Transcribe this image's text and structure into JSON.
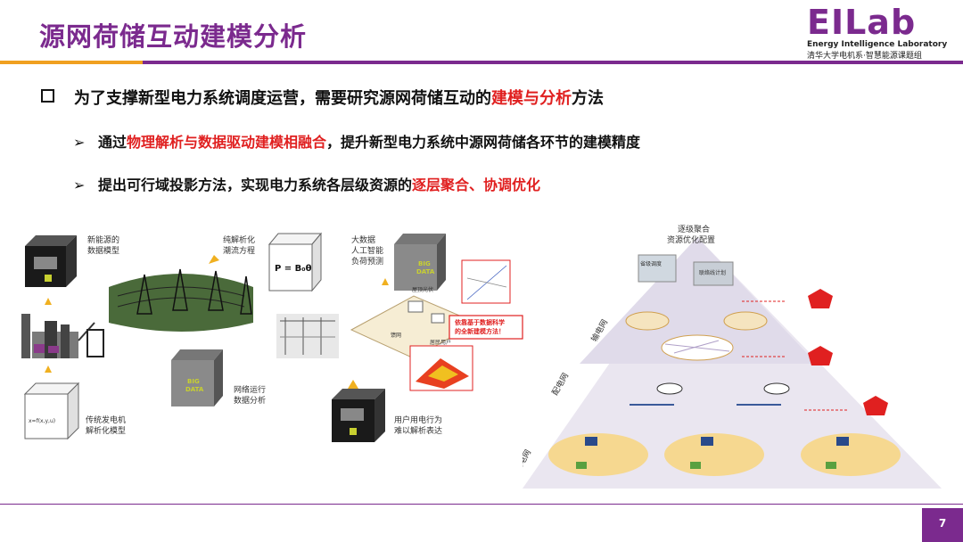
{
  "header": {
    "title": "源网荷储互动建模分析"
  },
  "logo": {
    "mark": "EILab",
    "en": "Energy Intelligence Laboratory",
    "cn": "清华大学电机系·智慧能源课题组"
  },
  "bullets": {
    "main": {
      "pre": "为了支撑新型电力系统调度运营，需要研究源网荷储互动的",
      "hl": "建模与分析",
      "post": "方法"
    },
    "sub1": {
      "pre": "通过",
      "hl": "物理解析与数据驱动建模相融合",
      "post": "，提升新型电力系统中源网荷储各环节的建模精度"
    },
    "sub2": {
      "pre": "提出可行域投影方法，实现电力系统各层级资源的",
      "hl": "逐层聚合、协调优化",
      "post": ""
    }
  },
  "figure_left": {
    "new_energy": "新能源的\n数据模型",
    "pure_analytic": "纯解析化\n潮流方程",
    "formula": "P = B₀θ",
    "bigdata_ai": "大数据\n人工智能\n负荷预测",
    "network_ops": "网络运行\n数据分析",
    "traditional_gen": "传统发电机\n解析化模型",
    "user_behavior": "用户用电行为\n难以解析表达",
    "red_note": "依靠基于数据科学\n的全新建模方法！",
    "big_data_label": "BIG\nDATA",
    "roof_pv": "屋顶光伏",
    "household": "居民用户",
    "feeder": "馈网",
    "gen_eq": "x=f(x,y,u)"
  },
  "figure_right": {
    "title": "逐级聚合\n资源优化配置",
    "level_tx": "输电网",
    "level_dx": "配电网",
    "level_mg": "微电网",
    "central_plan": "省级调度",
    "joint_plan": "联络线计划"
  },
  "footer": {
    "page": "7"
  },
  "colors": {
    "brand": "#7b2a8e",
    "accent": "#f0a020",
    "highlight": "#e02020"
  },
  "icons": [
    "bullet-square-icon",
    "arrow-bullet-icon",
    "black-box-icon",
    "white-box-icon",
    "bigdata-box-icon",
    "pentagon-icon"
  ]
}
